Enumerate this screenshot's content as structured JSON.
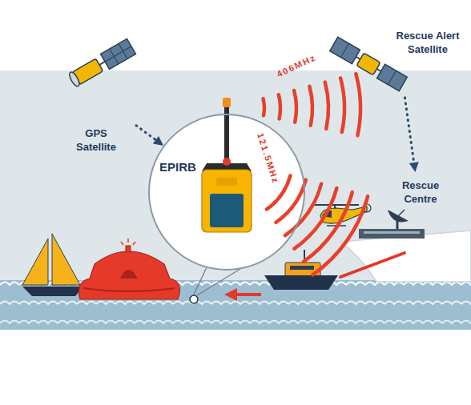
{
  "diagram": {
    "nodes": [
      {
        "text": [
          "GPS Satellite"
        ]
      },
      {
        "text": [
          "EPIRB"
        ]
      },
      {
        "text": [
          "Rescue Alert Satellite"
        ]
      },
      {
        "text": [
          "Rescue Centre"
        ]
      }
    ],
    "edges": [
      {
        "from": 0,
        "to": 1,
        "arrow": "to"
      },
      {
        "from": 2,
        "to": 3,
        "arrow": "to"
      }
    ],
    "labels": [
      "406MHz",
      "121.5MHz"
    ]
  }
}
